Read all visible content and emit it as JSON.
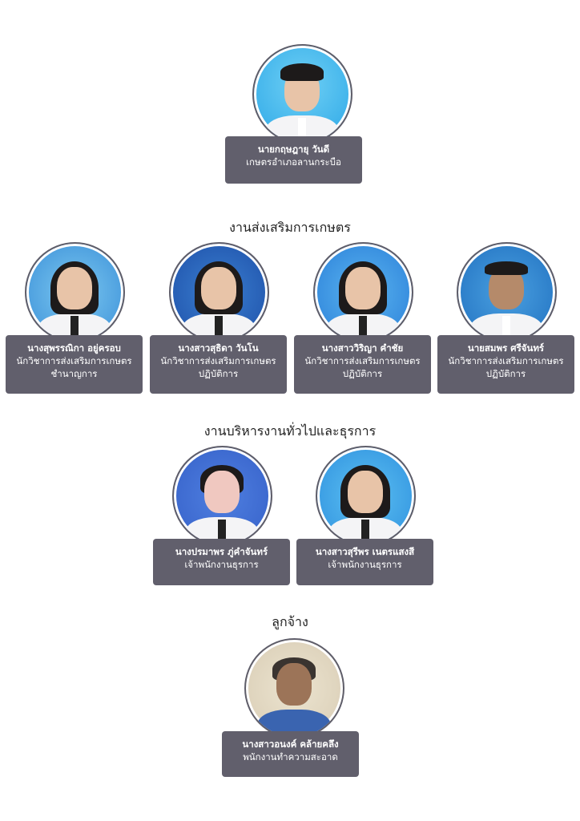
{
  "head": {
    "name": "นายกฤษฎายุ วันดี",
    "position": "เกษตรอำเภอลานกระบือ"
  },
  "sections": [
    {
      "title": "งานส่งเสริมการเกษตร",
      "members": [
        {
          "name": "นางสุพรรณิกา อยู่ครอบ",
          "position": "นักวิชาการส่งเสริมการเกษตร",
          "level": "ชำนาญการ"
        },
        {
          "name": "นางสาวสุธิดา วันโน",
          "position": "นักวิชาการส่งเสริมการเกษตร",
          "level": "ปฏิบัติการ"
        },
        {
          "name": "นางสาววิริญา คำชัย",
          "position": "นักวิชาการส่งเสริมการเกษตร",
          "level": "ปฏิบัติการ"
        },
        {
          "name": "นายสมพร ศรีจันทร์",
          "position": "นักวิชาการส่งเสริมการเกษตร",
          "level": "ปฏิบัติการ"
        }
      ]
    },
    {
      "title": "งานบริหารงานทั่วไปและธุรการ",
      "members": [
        {
          "name": "นางปรมาพร ภู่คำจันทร์",
          "position": "เจ้าพนักงานธุรการ"
        },
        {
          "name": "นางสาวสุรีพร เนตรแสงสี",
          "position": "เจ้าพนักงานธุรการ"
        }
      ]
    },
    {
      "title": "ลูกจ้าง",
      "members": [
        {
          "name": "นางสาวอนงค์ คล้ายคลึง",
          "position": "พนักงานทำความสะอาด"
        }
      ]
    }
  ],
  "colors": {
    "box": "#615f6c",
    "border": "#5f5e6a"
  }
}
